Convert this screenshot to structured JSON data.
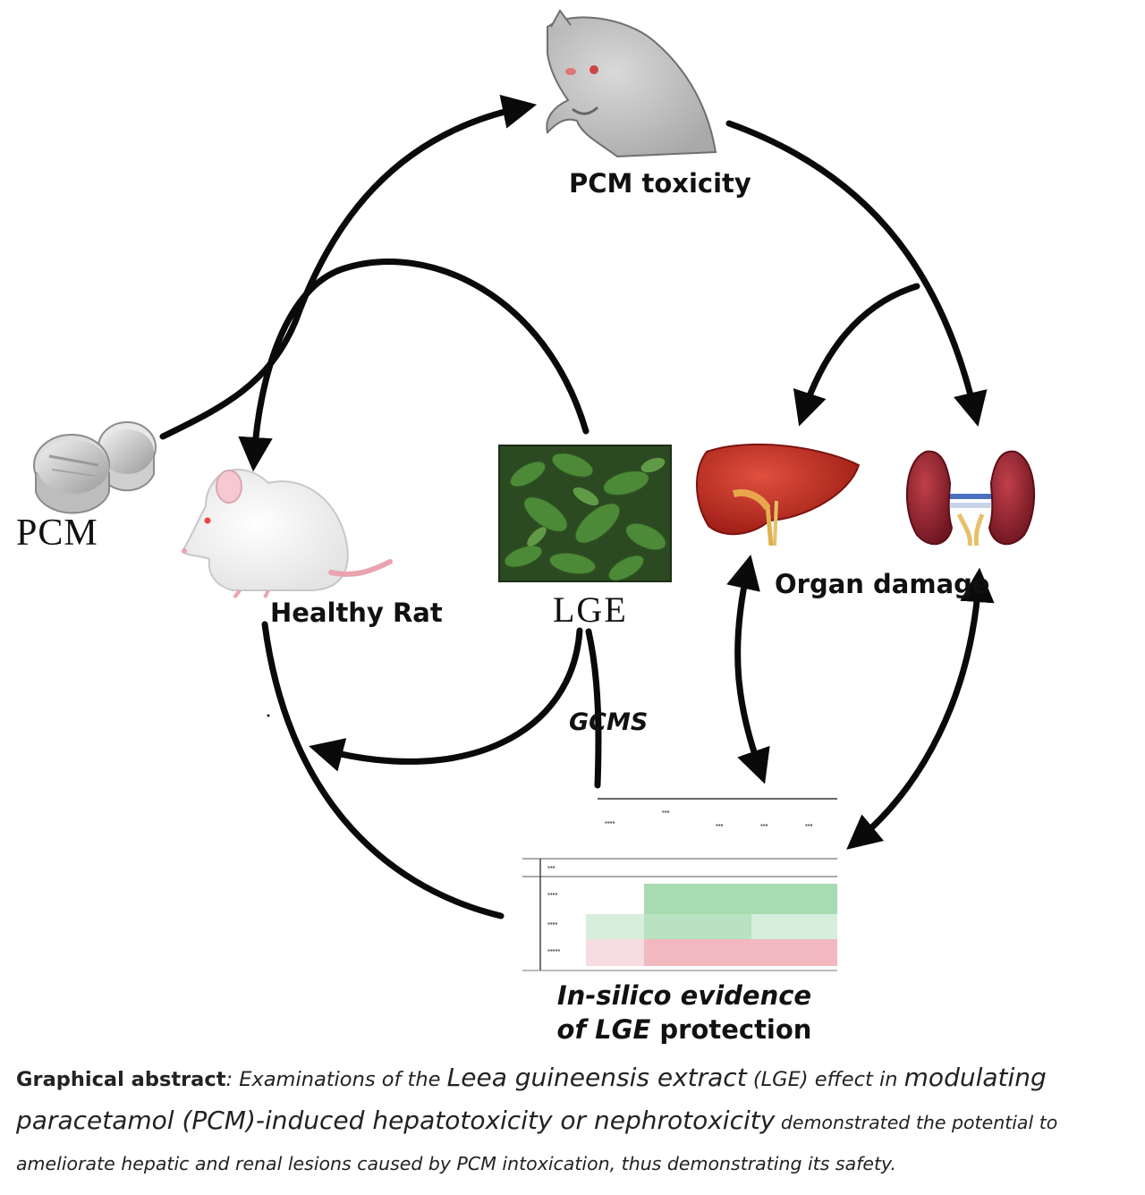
{
  "labels": {
    "pcm_toxicity": "PCM toxicity",
    "pcm": "PCM",
    "healthy_rat": "Healthy Rat",
    "lge": "LGE",
    "organ_damage": "Organ damage",
    "gcms": "GCMS",
    "insilico_line1": "In-silico evidence",
    "insilico_line2_italic": "of LGE",
    "insilico_line2_rest": " protection"
  },
  "caption": {
    "lead_bold": "Graphical abstract",
    "part1": ": Examinations of the ",
    "part2": "Leea guineensis extract",
    "part3": " (LGE) effect in ",
    "part4": "modulating",
    "part5": "paracetamol (PCM)-induced hepatotoxicity or nephrotoxicity",
    "part6": " demonstrated the potential to ameliorate hepatic and renal lesions caused by PCM intoxication, thus demonstrating its safety."
  },
  "colors": {
    "arrow": "#0a0a0a",
    "liver": "#b4271e",
    "kidney": "#8e1f2a",
    "leaf": "#3f6e2c",
    "table_green": "#a9dbb3",
    "table_red": "#f2b8bf"
  }
}
